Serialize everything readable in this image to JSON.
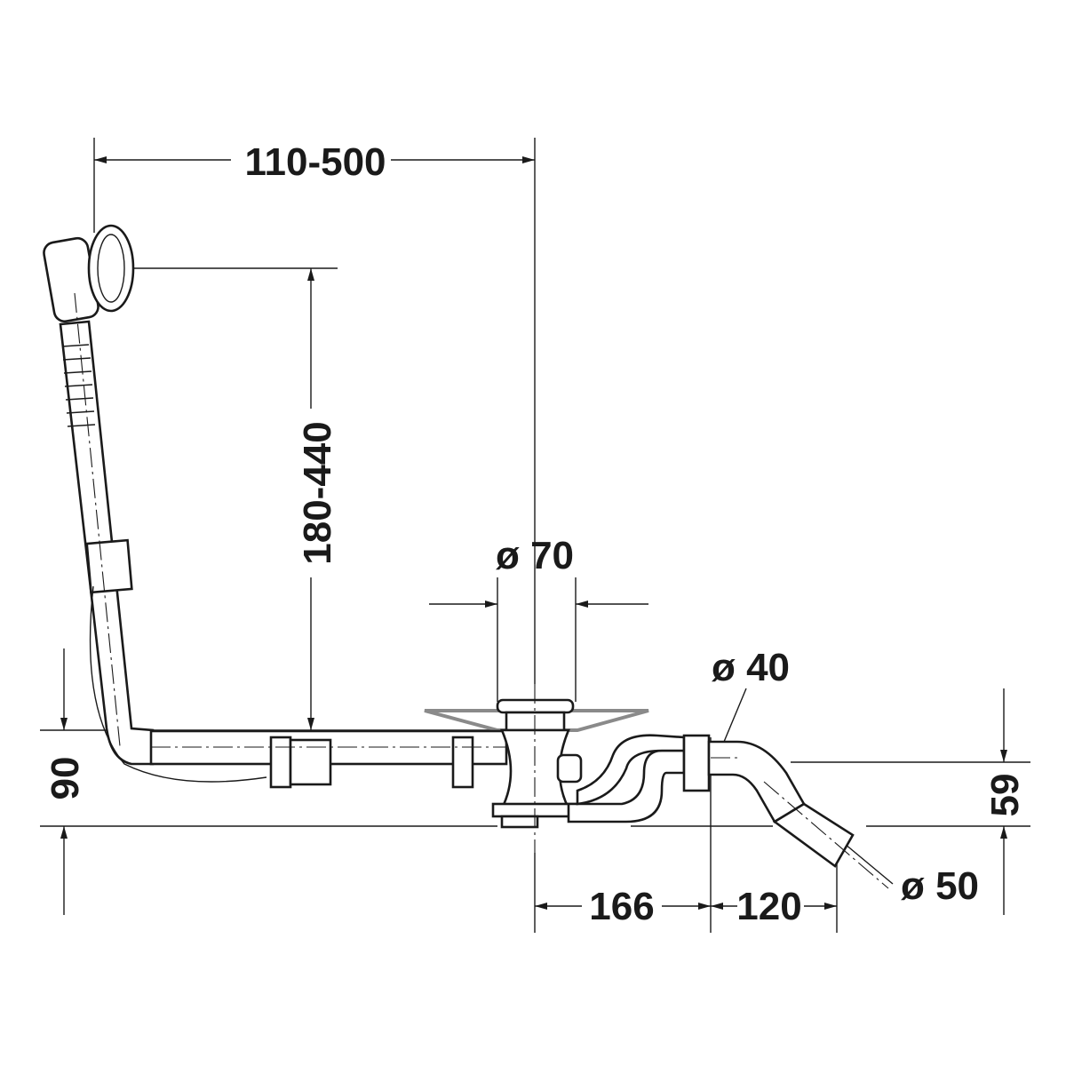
{
  "title": "Bath waste and overflow set dimension drawing",
  "dimensions": {
    "overflow_to_drain_horizontal": "110-500",
    "overflow_height": "180-440",
    "drain_diameter": "ø 70",
    "outlet_pipe_diameter": "ø 40",
    "trap_height": "90",
    "outlet_height": "59",
    "drain_to_outlet": "166",
    "outlet_offset": "120",
    "outlet_diameter": "ø 50"
  },
  "colors": {
    "line": "#1a1a1a",
    "tub_surface": "#8a8a8a"
  }
}
